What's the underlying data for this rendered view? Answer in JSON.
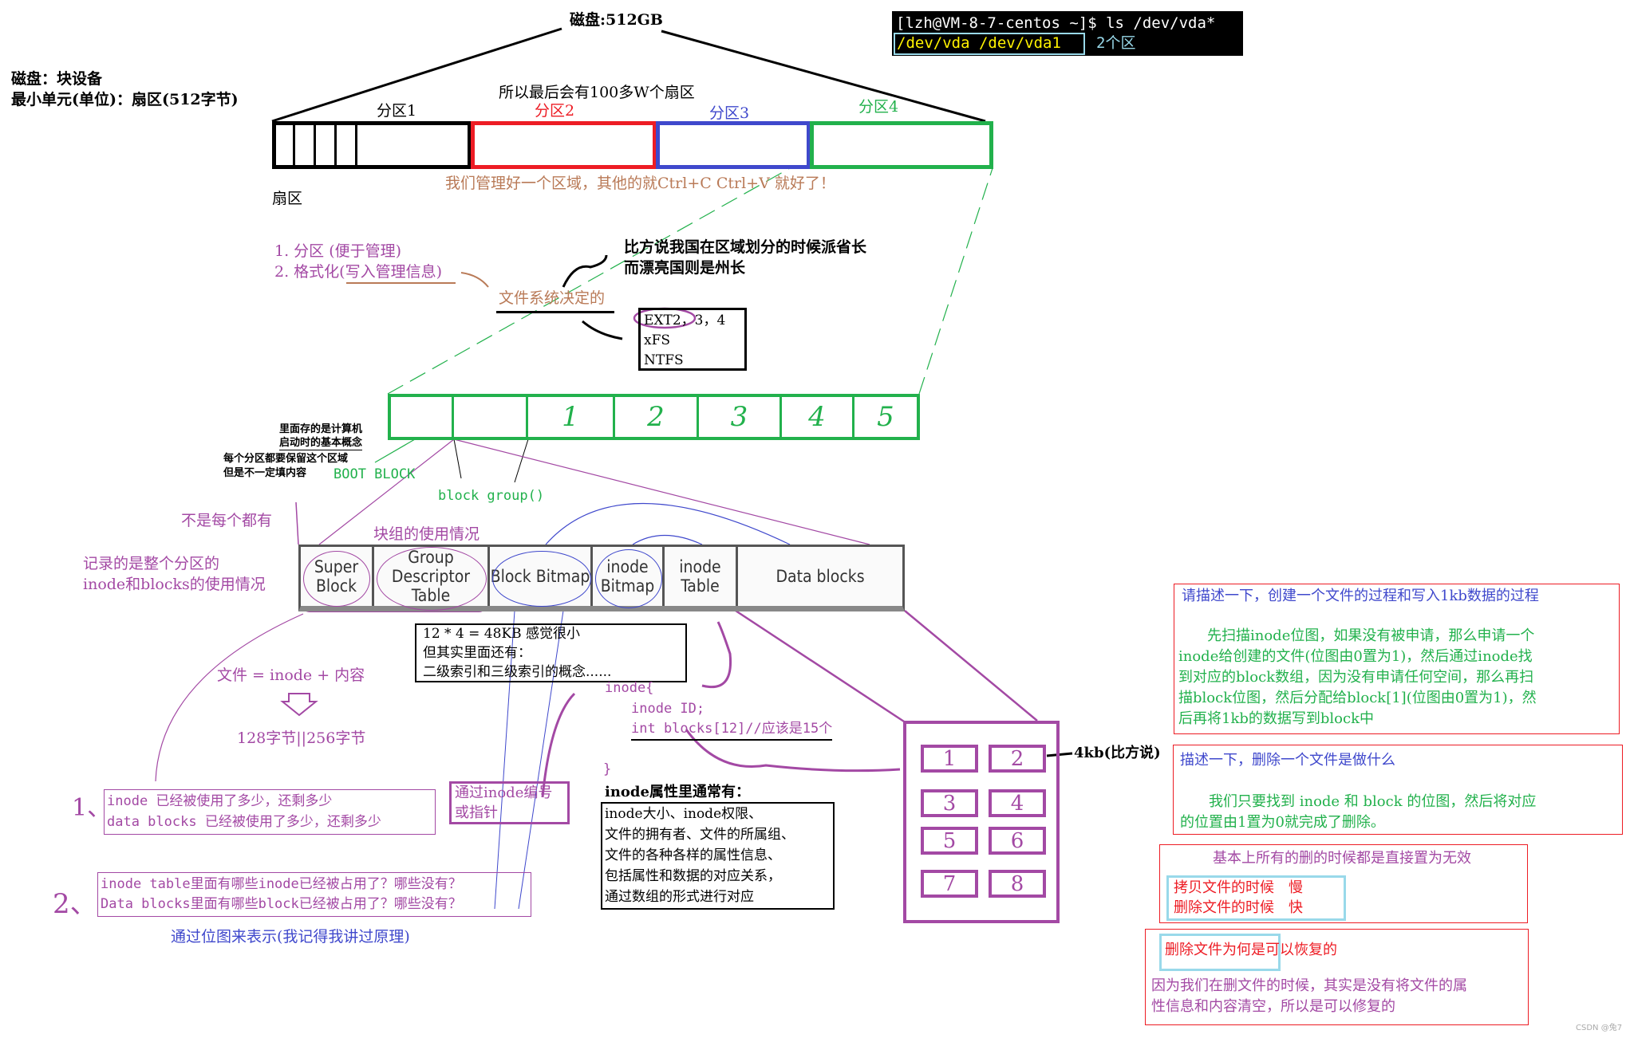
{
  "disk": {
    "title": "磁盘:512GB",
    "desc_line1": "磁盘：块设备",
    "desc_line2": "最小单元(单位)：扇区(512字节)",
    "sector_count_note": "所以最后会有100多W个扇区",
    "sector_label": "扇区",
    "partitions": [
      {
        "label": "分区1",
        "color": "#000000"
      },
      {
        "label": "分区2",
        "color": "#ed1c24"
      },
      {
        "label": "分区3",
        "color": "#3f48cc"
      },
      {
        "label": "分区4",
        "color": "#22b14c"
      }
    ],
    "copy_note": "我们管理好一个区域，其他的就Ctrl+C  Ctrl+V 就好了！"
  },
  "terminal": {
    "prompt": "[lzh@VM-8-7-centos ~]$ ls /dev/vda*",
    "output": "/dev/vda  /dev/vda1",
    "note": "2个区"
  },
  "steps": {
    "step1": "1. 分区 (便于管理)",
    "step2": "2. 格式化(写入管理信息)",
    "fs_decides": "文件系统决定的",
    "analogy_line1": "比方说我国在区域划分的时候派省长",
    "analogy_line2": "而漂亮国则是州长",
    "fs_types": [
      "EXT2，3，4",
      "xFS",
      "NTFS"
    ]
  },
  "partition_layout": {
    "cells": [
      "",
      "",
      "1",
      "2",
      "3",
      "4",
      "5"
    ],
    "boot_note_line1": "里面存的是计算机",
    "boot_note_line2": "启动时的基本概念",
    "reserve_line1": "每个分区都要保留这个区域",
    "reserve_line2": "但是不一定填内容",
    "boot_block": "BOOT BLOCK",
    "block_group": "block group()"
  },
  "block_group": {
    "cells": [
      "Super Block",
      "Group Descriptor Table",
      "Block Bitmap",
      "inode Bitmap",
      "inode Table",
      "Data blocks"
    ],
    "not_every": "不是每个都有",
    "group_usage": "块组的使用情况",
    "super_note_line1": "记录的是整个分区的",
    "super_note_line2": "inode和blocks的使用情况"
  },
  "notes": {
    "size_box": [
      "12 * 4 = 48KB 感觉很小",
      "但其实里面还有：",
      "二级索引和三级索引的概念......"
    ],
    "file_eq": "文件 = inode + 内容",
    "inode_size": "128字节||256字节",
    "inode_struct": [
      "inode{",
      "inode ID;",
      "int blocks[12]//应该是15个",
      "}"
    ],
    "inode_attrs_title": "inode属性里通常有：",
    "inode_attrs": [
      "inode大小、inode权限、",
      "文件的拥有者、文件的所属组、",
      "文件的各种各样的属性信息、",
      "包括属性和数据的对应关系，",
      "通过数组的形式进行对应"
    ],
    "via_inode": [
      "通过inode编号",
      "或指针"
    ],
    "num1": "1、",
    "usage_box": [
      "inode 已经被使用了多少，还剩多少",
      "data blocks 已经被使用了多少，还剩多少"
    ],
    "num2": "2、",
    "bitmap_box": [
      "inode table里面有哪些inode已经被占用了？哪些没有？",
      "Data blocks里面有哪些block已经被占用了？哪些没有？"
    ],
    "bitmap_note": "通过位图来表示(我记得我讲过原理)"
  },
  "data_blocks": {
    "cells": [
      "1",
      "2",
      "3",
      "4",
      "5",
      "6",
      "7",
      "8"
    ],
    "size_note": "4kb(比方说)"
  },
  "qa": {
    "create_q": "请描述一下，创建一个文件的过程和写入1kb数据的过程",
    "create_a": [
      "　　先扫描inode位图，如果没有被申请，那么申请一个",
      "inode给创建的文件(位图由0置为1)，然后通过inode找",
      "到对应的block数组，因为没有申请任何空间，那么再扫",
      "描block位图，然后分配给block[1](位图由0置为1)，然",
      "后再将1kb的数据写到block中"
    ],
    "delete_q": "描述一下，删除一个文件是做什么",
    "delete_a": [
      "　　我们只要找到 inode 和 block 的位图，然后将对应",
      "的位置由1置为0就完成了删除。"
    ],
    "invalid_note": "基本上所有的删的时候都是直接置为无效",
    "speed": [
      "拷贝文件的时候　慢",
      "删除文件的时候　快"
    ],
    "recover_q": "删除文件为何是可以恢复的",
    "recover_a": [
      "因为我们在删文件的时候，其实是没有将文件的属",
      "性信息和内容清空，所以是可以修复的"
    ]
  },
  "watermark": "CSDN @兔7",
  "colors": {
    "purple": "#a349a4",
    "brown": "#b97a57",
    "green": "#22b14c",
    "blue": "#3f48cc",
    "red": "#ed1c24",
    "cyan": "#99d9ea",
    "yellow": "#fff200"
  }
}
